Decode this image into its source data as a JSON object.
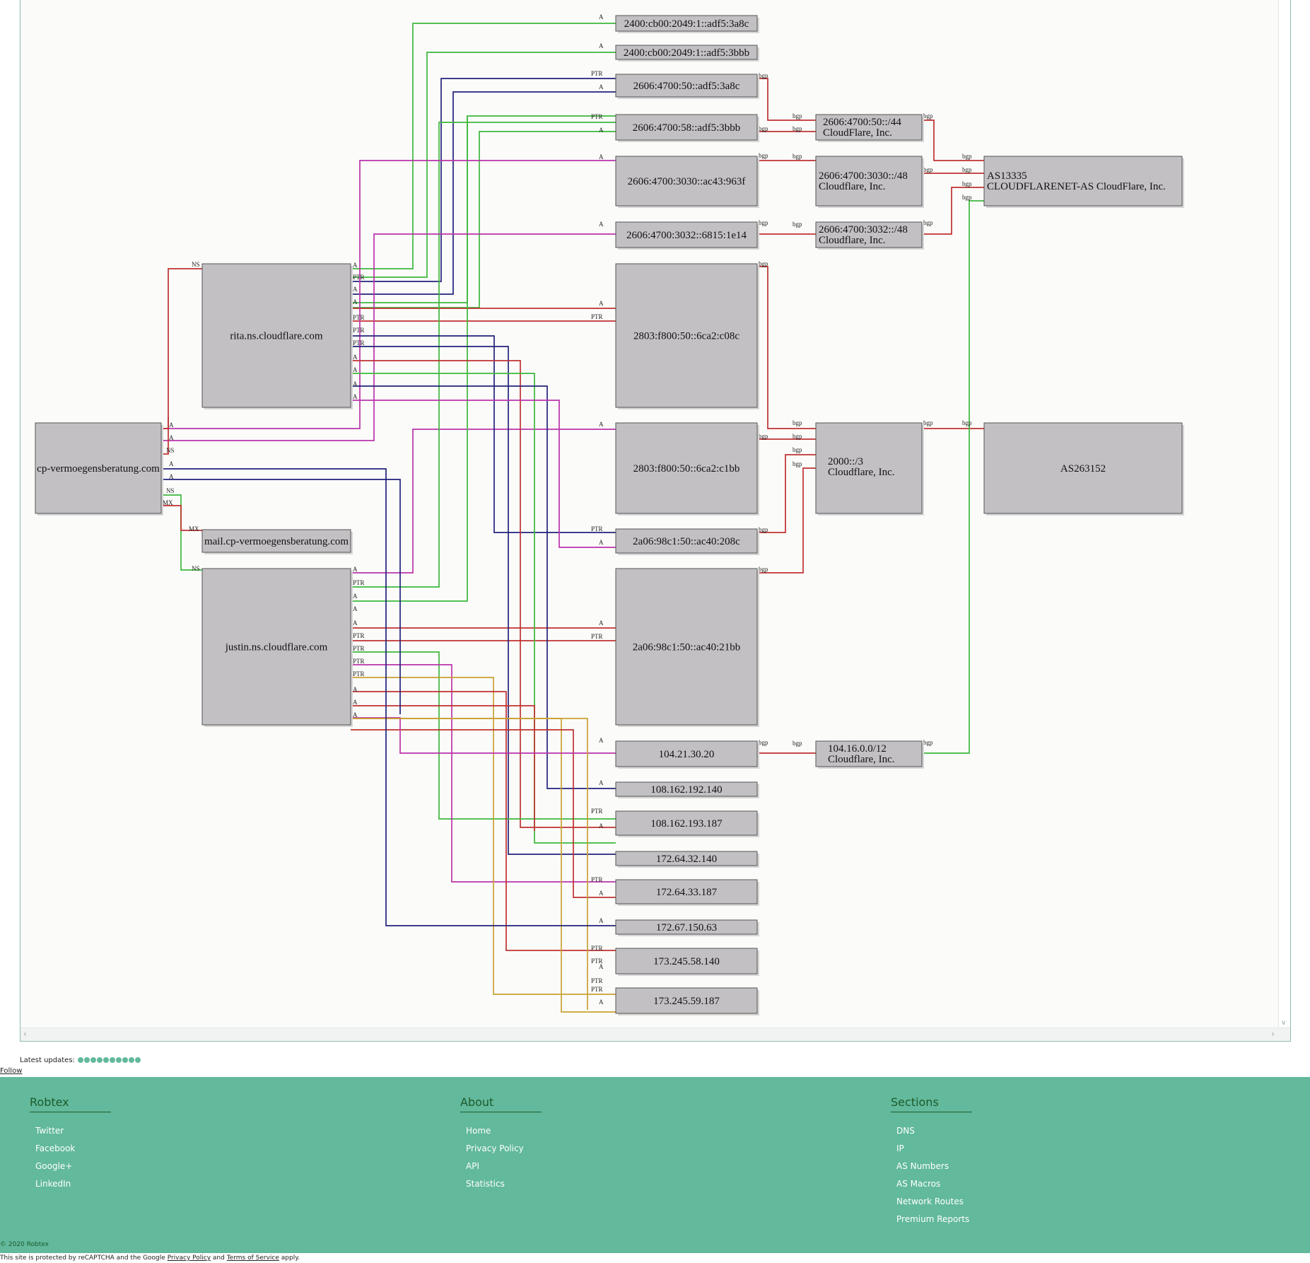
{
  "graph": {
    "nodes": {
      "cp": "cp-vermoegensberatung.com",
      "rita": "rita.ns.cloudflare.com",
      "justin": "justin.ns.cloudflare.com",
      "mail": "mail.cp-vermoegensberatung.com",
      "i1": "2400:cb00:2049:1::adf5:3a8c",
      "i2": "2400:cb00:2049:1::adf5:3bbb",
      "i3": "2606:4700:50::adf5:3a8c",
      "i4": "2606:4700:58::adf5:3bbb",
      "i5": "2606:4700:3030::ac43:963f",
      "i6": "2606:4700:3032::6815:1e14",
      "i7": "2803:f800:50::6ca2:c08c",
      "i8": "2803:f800:50::6ca2:c1bb",
      "i9": "2a06:98c1:50::ac40:208c",
      "i10": "2a06:98c1:50::ac40:21bb",
      "v1": "104.21.30.20",
      "v2": "108.162.192.140",
      "v3": "108.162.193.187",
      "v4": "172.64.32.140",
      "v5": "172.64.33.187",
      "v6": "172.67.150.63",
      "v7": "173.245.58.140",
      "v8": "173.245.59.187",
      "n1_line1": "2606:4700:50::/44",
      "n1_line2": "CloudFlare, Inc.",
      "n2_line1": "2606:4700:3030::/48",
      "n2_line2": "Cloudflare, Inc.",
      "n3_line1": "2606:4700:3032::/48",
      "n3_line2": "Cloudflare, Inc.",
      "n4_line1": "2000::/3",
      "n4_line2": "Cloudflare, Inc.",
      "n5_line1": "104.16.0.0/12",
      "n5_line2": "Cloudflare, Inc.",
      "as1_line1": "AS13335",
      "as1_line2": "CLOUDFLARENET-AS CloudFlare, Inc.",
      "as2": "AS263152"
    },
    "edge_labels": {
      "a": "A",
      "ptr": "PTR",
      "ns": "NS",
      "mx": "MX",
      "bgp": "bgp"
    },
    "edge_colors": [
      "#3db83d",
      "#22227a",
      "#c03030",
      "#bb33aa",
      "#c8a030"
    ]
  },
  "updates": {
    "label": "Latest updates:",
    "dot_count": 10,
    "dot_color": "#62b99c"
  },
  "follow": "Follow",
  "footer": {
    "bg_color": "#62b99c",
    "col1": {
      "title": "Robtex",
      "items": [
        "Twitter",
        "Facebook",
        "Google+",
        "LinkedIn"
      ]
    },
    "col2": {
      "title": "About",
      "items": [
        "Home",
        "Privacy Policy",
        "API",
        "Statistics"
      ]
    },
    "col3": {
      "title": "Sections",
      "items": [
        "DNS",
        "IP",
        "AS Numbers",
        "AS Macros",
        "Network Routes",
        "Premium Reports"
      ]
    },
    "copyright": "© 2020 Robtex"
  },
  "recaptcha": {
    "prefix": "This site is protected by reCAPTCHA and the Google",
    "privacy": "Privacy Policy",
    "and": "and",
    "terms": "Terms of Service",
    "suffix": "apply."
  }
}
